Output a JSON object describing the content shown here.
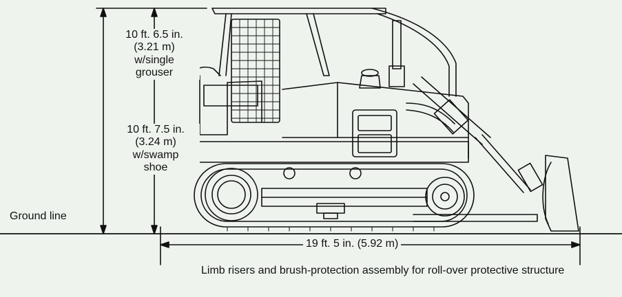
{
  "dimensions": {
    "height_single": [
      "10 ft. 6.5 in.",
      "(3.21 m)",
      "w/single",
      "grouser"
    ],
    "height_swamp": [
      "10 ft. 7.5 in.",
      "(3.24 m)",
      "w/swamp",
      "shoe"
    ],
    "length": "19 ft. 5 in. (5.92 m)"
  },
  "ground_label": "Ground  line",
  "caption": "Limb risers and brush-protection assembly for roll-over protective structure",
  "icons": [
    "bulldozer-illustration"
  ],
  "colors": {
    "background": "#eef3ee",
    "ink": "#111111"
  }
}
